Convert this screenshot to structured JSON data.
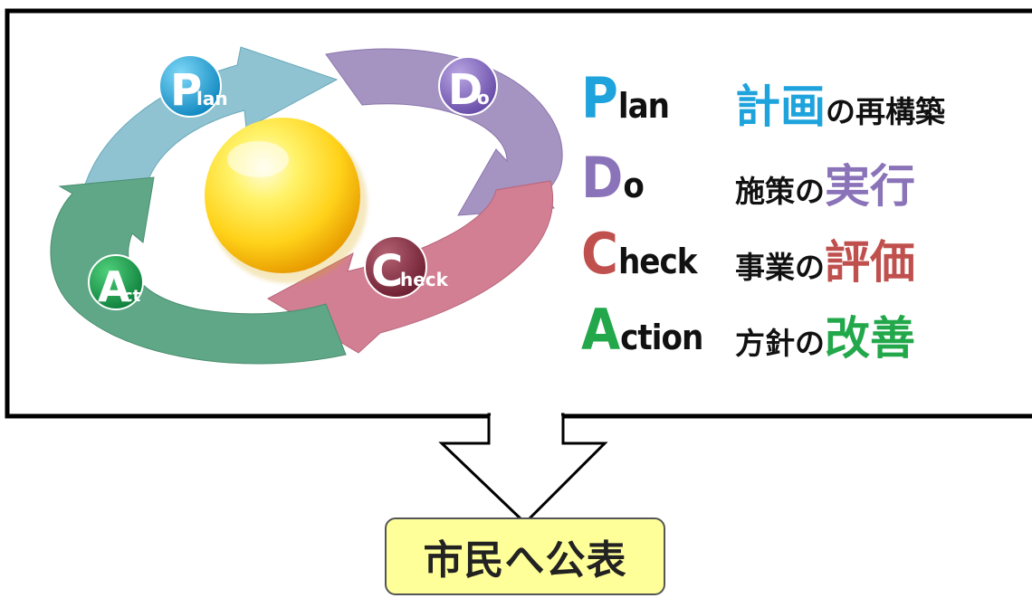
{
  "cycle": {
    "plan_badge": {
      "initial": "P",
      "rest": "lan"
    },
    "do_badge": {
      "initial": "D",
      "rest": "o"
    },
    "check_badge": {
      "initial": "C",
      "rest": "heck"
    },
    "act_badge": {
      "initial": "A",
      "rest": "ct"
    }
  },
  "legend": [
    {
      "initial": "P",
      "rest": "lan",
      "color": "#1ea3dc",
      "jp_highlight": "計画",
      "jp_suffix": "の再構築",
      "highlight_color": "#1ea3dc",
      "highlight_first": true
    },
    {
      "initial": "D",
      "rest": "o",
      "color": "#8a73b8",
      "jp_prefix": "施策の",
      "jp_highlight": "実行",
      "highlight_color": "#8a73b8",
      "highlight_first": false
    },
    {
      "initial": "C",
      "rest": "heck",
      "color": "#c0504d",
      "jp_prefix": "事業の",
      "jp_highlight": "評価",
      "highlight_color": "#c0504d",
      "highlight_first": false
    },
    {
      "initial": "A",
      "rest": "ction",
      "color": "#22a84a",
      "jp_prefix": "方針の",
      "jp_highlight": "改善",
      "highlight_color": "#22a84a",
      "highlight_first": false
    }
  ],
  "publish_label": "市民へ公表",
  "colors": {
    "plan_arrow": "#8fc3d1",
    "do_arrow": "#a593c2",
    "check_arrow": "#d37f93",
    "act_arrow": "#5fa787",
    "publish_fill": "#ffff99"
  }
}
